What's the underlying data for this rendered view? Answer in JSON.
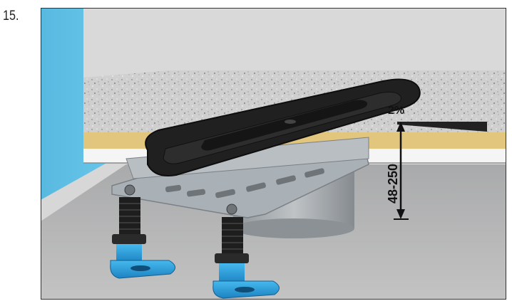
{
  "step": {
    "number": "15."
  },
  "diagram": {
    "slope_label": "2%",
    "height_label": "48-250",
    "colors": {
      "wall": "#62c3e8",
      "concrete": "#c9c9c9",
      "insulation": "#e2c67e",
      "cover": "#1f1f1f",
      "bracket": "#a9b0b4",
      "foot": "#2aa4e0",
      "floor": "#b5b5b5"
    },
    "icons": [
      "drain-cover-icon",
      "mounting-bracket-icon",
      "leveling-foot-icon",
      "dimension-arrow-icon"
    ]
  }
}
